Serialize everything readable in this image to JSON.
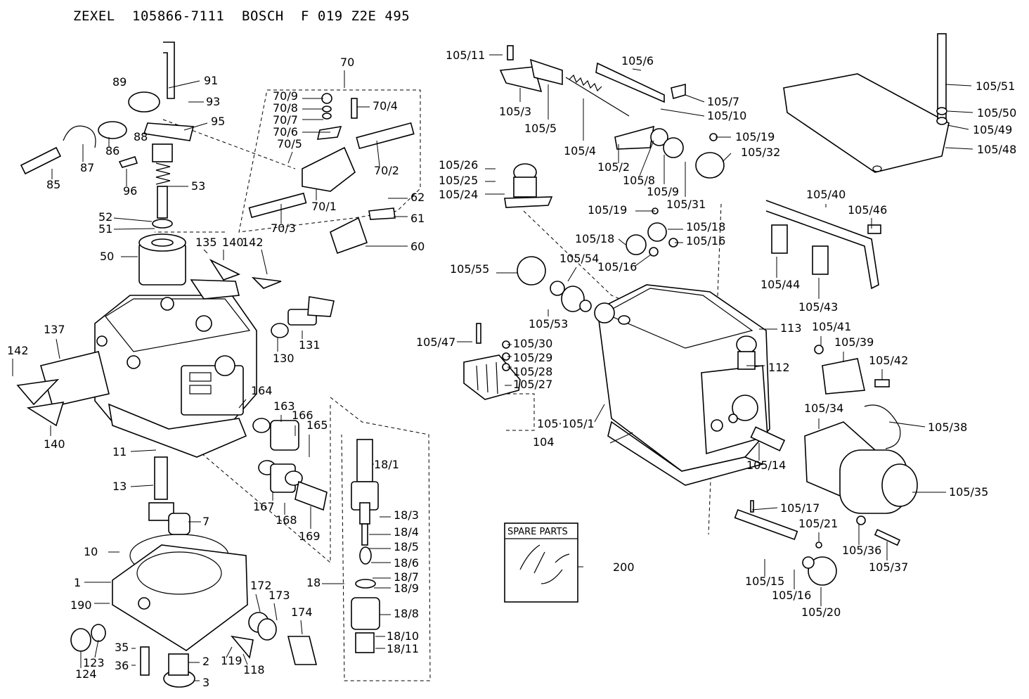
{
  "header": {
    "brand1": "ZEXEL",
    "code1": "105866-7111",
    "brand2": "BOSCH",
    "code2": "F 019 Z2E 495"
  },
  "spare_parts_box": {
    "title": "SPARE PARTS",
    "label": "200"
  },
  "callouts": [
    "91",
    "89",
    "93",
    "95",
    "86",
    "88",
    "87",
    "85",
    "96",
    "53",
    "52",
    "51",
    "50",
    "135",
    "140",
    "142",
    "131",
    "130",
    "137",
    "142",
    "140",
    "11",
    "13",
    "7",
    "10",
    "1",
    "190",
    "124",
    "123",
    "35",
    "36",
    "2",
    "3",
    "164",
    "163",
    "166",
    "165",
    "167",
    "168",
    "169",
    "172",
    "173",
    "174",
    "119",
    "118",
    "70",
    "70/9",
    "70/8",
    "70/7",
    "70/6",
    "70/5",
    "70/4",
    "70/2",
    "70/1",
    "70/3",
    "62",
    "61",
    "60",
    "18/1",
    "18/3",
    "18/4",
    "18/5",
    "18/6",
    "18/7",
    "18/9",
    "18",
    "18/8",
    "18/10",
    "18/11",
    "105/11",
    "105/3",
    "105/5",
    "105/6",
    "105/7",
    "105/10",
    "105/4",
    "105/2",
    "105/8",
    "105/9",
    "105/31",
    "105/19",
    "105/32",
    "105/26",
    "105/25",
    "105/24",
    "105/19",
    "105/18",
    "105/18",
    "105/16",
    "105/16",
    "105/55",
    "105/54",
    "105/53",
    "105/47",
    "105/30",
    "105/29",
    "105/28",
    "105/27",
    "113",
    "112",
    "105/41",
    "105/39",
    "105/42",
    "105·105/1",
    "104",
    "105/14",
    "105/34",
    "105/38",
    "105/35",
    "105/17",
    "105/21",
    "105/36",
    "105/37",
    "105/15",
    "105/16",
    "105/20",
    "105/51",
    "105/50",
    "105/49",
    "105/48",
    "105/40",
    "105/46",
    "105/44",
    "105/43"
  ]
}
